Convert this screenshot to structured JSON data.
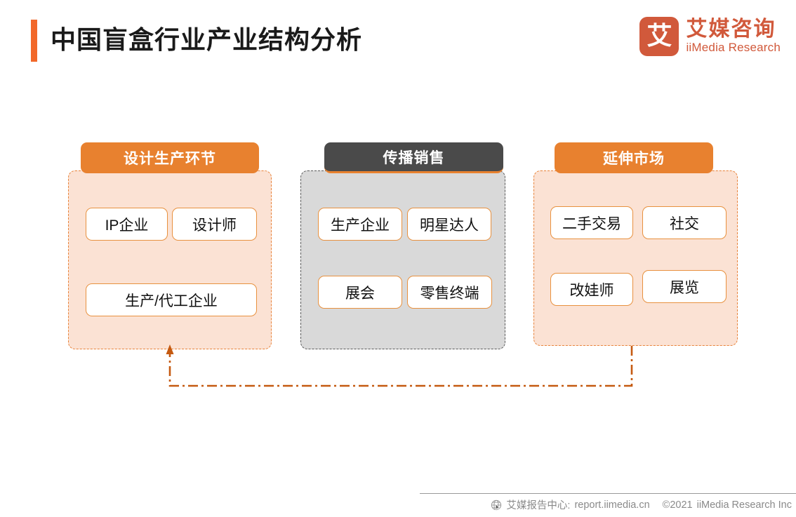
{
  "header": {
    "title": "中国盲盒行业产业结构分析",
    "accent_color": "#F2682A"
  },
  "brand": {
    "mark_glyph": "艾",
    "name_cn": "艾媒咨询",
    "name_en": "iiMedia Research",
    "color": "#D1593B"
  },
  "diagram": {
    "type": "industry-chain",
    "panels": [
      {
        "id": "design-production",
        "title": "设计生产环节",
        "theme": "orange",
        "header_color": "#E8812F",
        "body_color": "#FBE2D4",
        "border_color": "#E8833A",
        "nodes": [
          {
            "label": "IP企业"
          },
          {
            "label": "设计师"
          },
          {
            "label": "生产/代工企业"
          }
        ]
      },
      {
        "id": "distribution-sales",
        "title": "传播销售",
        "theme": "gray",
        "header_color": "#4A4A4A",
        "body_color": "#D9D9D9",
        "border_color": "#5B5B5B",
        "nodes": [
          {
            "label": "生产企业"
          },
          {
            "label": "明星达人"
          },
          {
            "label": "展会"
          },
          {
            "label": "零售终端"
          }
        ]
      },
      {
        "id": "extended-market",
        "title": "延伸市场",
        "theme": "orange",
        "header_color": "#E8812F",
        "body_color": "#FBE2D4",
        "border_color": "#E8833A",
        "nodes": [
          {
            "label": "二手交易"
          },
          {
            "label": "社交"
          },
          {
            "label": "改娃师"
          },
          {
            "label": "展览"
          }
        ]
      }
    ],
    "connector": {
      "from_panel": "extended-market",
      "to_panel": "design-production",
      "style": "dash-dot",
      "color": "#C55A11",
      "arrow": "up"
    }
  },
  "footer": {
    "icon": "globe-icon",
    "source_label": "艾媒报告中心:",
    "url": "report.iimedia.cn",
    "copyright": "©2021",
    "company": "iiMedia Research  Inc"
  }
}
